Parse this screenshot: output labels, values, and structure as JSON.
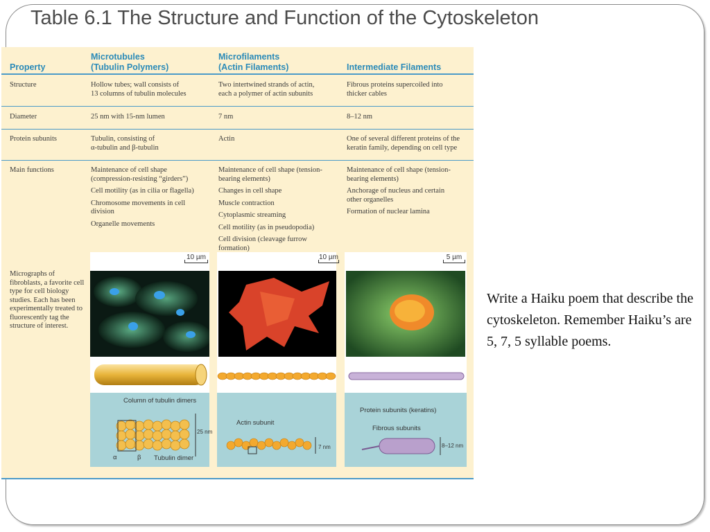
{
  "slide": {
    "title": "Table 6.1 The Structure and Function of the Cytoskeleton",
    "instruction": "Write a Haiku poem that describe the cytoskeleton. Remember Haiku’s are 5, 7, 5 syllable poems."
  },
  "table": {
    "headers": {
      "property": "Property",
      "microtubules": [
        "Microtubules",
        "(Tubulin Polymers)"
      ],
      "microfilaments": [
        "Microfilaments",
        "(Actin Filaments)"
      ],
      "intermediate": "Intermediate Filaments"
    },
    "rows": [
      {
        "property": "Structure",
        "microtubules": [
          "Hollow tubes; wall consists of",
          "13 columns of tubulin molecules"
        ],
        "microfilaments": [
          "Two intertwined strands of actin,",
          "each a polymer of actin subunits"
        ],
        "intermediate": [
          "Fibrous proteins supercoiled into",
          "thicker cables"
        ]
      },
      {
        "property": "Diameter",
        "microtubules": [
          "25 nm with 15-nm lumen"
        ],
        "microfilaments": [
          "7 nm"
        ],
        "intermediate": [
          "8–12 nm"
        ]
      },
      {
        "property": "Protein subunits",
        "microtubules": [
          "Tubulin, consisting of",
          "α-tubulin and β-tubulin"
        ],
        "microfilaments": [
          "Actin"
        ],
        "intermediate": [
          "One of several different proteins of the",
          "keratin family, depending on cell type"
        ]
      }
    ],
    "functions": {
      "property": "Main functions",
      "microtubules": [
        "Maintenance of cell shape (compression-resisting “girders”)",
        "Cell motility (as in cilia or flagella)",
        "Chromosome movements in cell division",
        "Organelle movements"
      ],
      "microfilaments": [
        "Maintenance of cell shape (tension-bearing elements)",
        "Changes in cell shape",
        "Muscle contraction",
        "Cytoplasmic streaming",
        "Cell motility (as in pseudopodia)",
        "Cell division (cleavage furrow formation)"
      ],
      "intermediate": [
        "Maintenance of cell shape (tension-bearing elements)",
        "Anchorage of nucleus and certain other organelles",
        "Formation of nuclear lamina"
      ]
    },
    "micrograph_caption": "Micrographs of fibroblasts, a favorite cell type for cell biology studies. Each has been experimentally treated to fluorescently tag the structure of interest.",
    "scale_bars": [
      "10 µm",
      "10 µm",
      "5 µm"
    ],
    "diagram_labels": {
      "microtubule_column": "Column of tubulin dimers",
      "microtubule_size": "25 nm",
      "alpha": "α",
      "beta": "β",
      "tubulin_dimer": "Tubulin dimer",
      "actin_subunit": "Actin subunit",
      "actin_size": "7 nm",
      "keratin": "Protein subunits (keratins)",
      "fibrous": "Fibrous subunits",
      "if_size": "8–12 nm"
    }
  }
}
